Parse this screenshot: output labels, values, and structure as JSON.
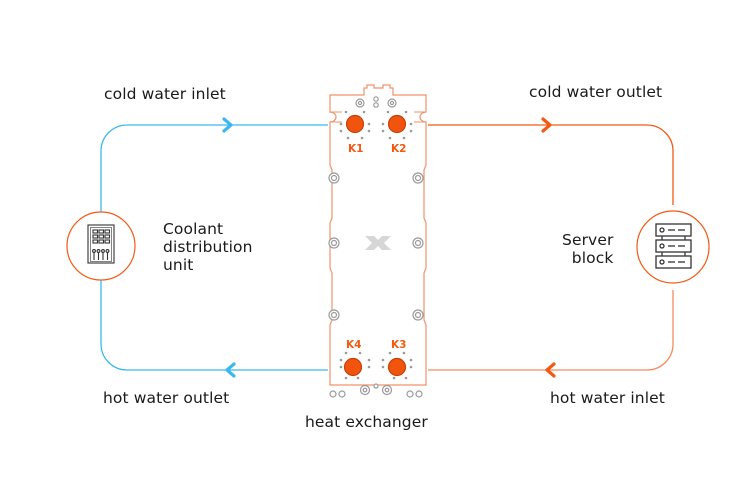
{
  "labels": {
    "cold_water_inlet": "cold water inlet",
    "cold_water_outlet": "cold water outlet",
    "hot_water_outlet": "hot water outlet",
    "hot_water_inlet": "hot water inlet",
    "heat_exchanger": "heat exchanger",
    "cdu": "Coolant\ndistribution\nunit",
    "server_block": "Server\nblock"
  },
  "ports": [
    {
      "id": "K1",
      "label": "K1"
    },
    {
      "id": "K2",
      "label": "K2"
    },
    {
      "id": "K3",
      "label": "K3"
    },
    {
      "id": "K4",
      "label": "K4"
    }
  ],
  "icons": {
    "cdu": "cabinet-icon",
    "server": "server-rack-icon",
    "logo": "x-logo-icon"
  },
  "colors": {
    "cold": "#3bb8f0",
    "hot": "#f25a14",
    "hot_light": "#f58b5e",
    "plate_outline": "#f0926a",
    "port_fill": "#f2540e",
    "bolt": "#9a9a9a",
    "text": "#1a1a1a"
  }
}
